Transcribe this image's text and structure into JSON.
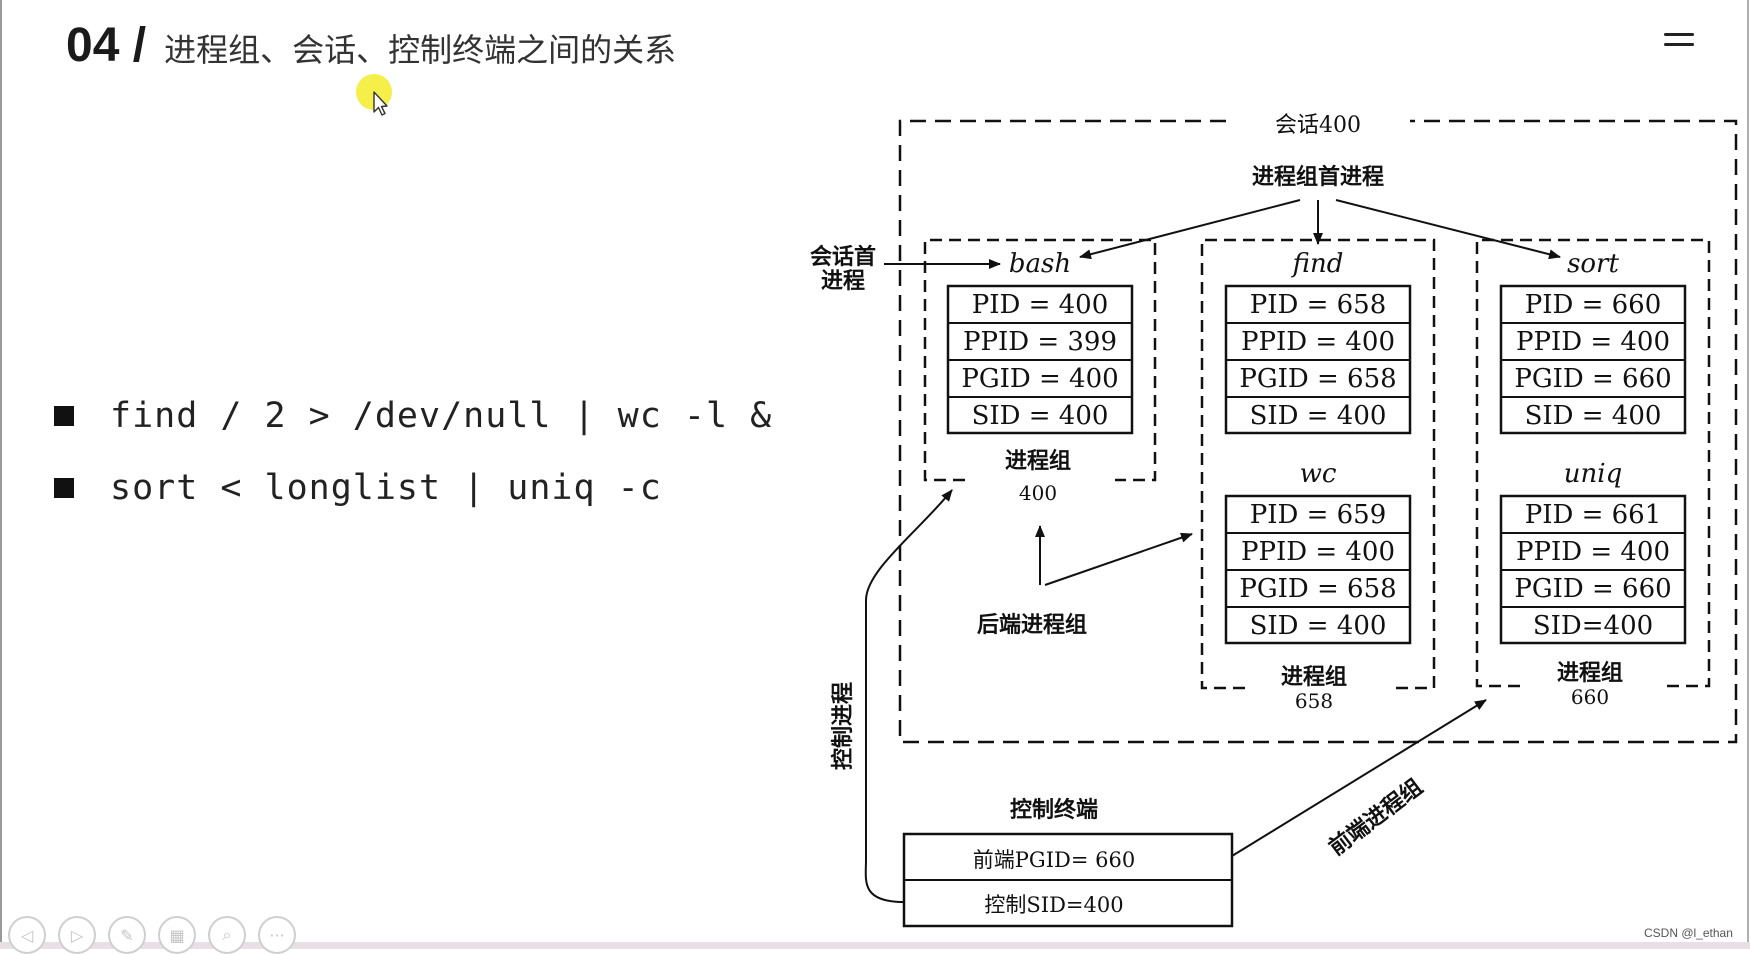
{
  "slide": {
    "number": "04 /",
    "title": "进程组、会话、控制终端之间的关系"
  },
  "commands": [
    "find / 2 > /dev/null | wc -l &",
    "sort < longlist | uniq -c"
  ],
  "diagram": {
    "session_label": "会话400",
    "group_leader_label": "进程组首进程",
    "session_leader_label_line1": "会话首",
    "session_leader_label_line2": "进程",
    "background_group_label": "后端进程组",
    "controlling_process_label": "控制进程",
    "foreground_group_label": "前端进程组",
    "groups": [
      {
        "caption": "进程组",
        "id": "400",
        "processes": [
          {
            "name": "bash",
            "fields": [
              "PID = 400",
              "PPID = 399",
              "PGID = 400",
              "SID = 400"
            ]
          }
        ]
      },
      {
        "caption": "进程组",
        "id": "658",
        "processes": [
          {
            "name": "find",
            "fields": [
              "PID = 658",
              "PPID = 400",
              "PGID = 658",
              "SID = 400"
            ]
          },
          {
            "name": "wc",
            "fields": [
              "PID = 659",
              "PPID = 400",
              "PGID = 658",
              "SID = 400"
            ]
          }
        ]
      },
      {
        "caption": "进程组",
        "id": "660",
        "processes": [
          {
            "name": "sort",
            "fields": [
              "PID = 660",
              "PPID = 400",
              "PGID = 660",
              "SID = 400"
            ]
          },
          {
            "name": "uniq",
            "fields": [
              "PID = 661",
              "PPID = 400",
              "PGID = 660",
              "SID=400"
            ]
          }
        ]
      }
    ],
    "terminal": {
      "title": "控制终端",
      "fg_pgid": "前端PGID=  660",
      "ctrl_sid": "控制SID=400"
    }
  },
  "toolbar": [
    "◁",
    "▷",
    "✎",
    "▦",
    "⌕",
    "···"
  ],
  "watermark": "CSDN @l_ethan"
}
